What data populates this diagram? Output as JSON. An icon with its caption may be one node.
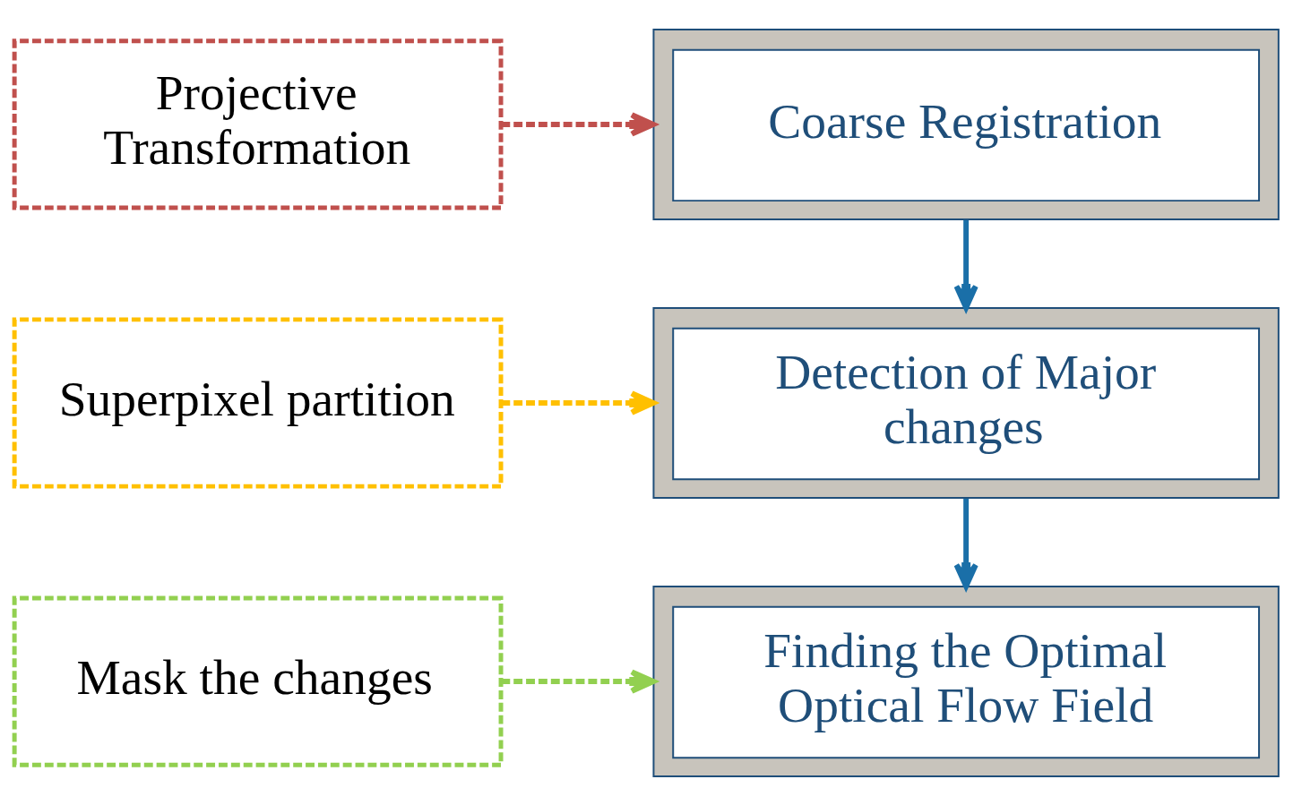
{
  "diagram": {
    "nodes": [
      {
        "text": [
          "Coarse Registration"
        ]
      },
      {
        "text": [
          "Detection of Major changes"
        ]
      },
      {
        "text": [
          "Finding the Optimal Optical Flow Field"
        ]
      },
      {
        "text": [
          "Projective Transformation"
        ]
      },
      {
        "text": [
          "Superpixel partition"
        ]
      },
      {
        "text": [
          "Mask the changes"
        ]
      }
    ],
    "edges": [
      {
        "from": 0,
        "to": 1,
        "arrow": "to",
        "color": "#1a6fa8"
      },
      {
        "from": 1,
        "to": 2,
        "arrow": "to",
        "color": "#1a6fa8"
      },
      {
        "from": 3,
        "to": 0,
        "arrow": "to",
        "style": "dashed",
        "color": "#c0504d"
      },
      {
        "from": 4,
        "to": 1,
        "arrow": "to",
        "style": "dashed",
        "color": "#ffc000"
      },
      {
        "from": 5,
        "to": 2,
        "arrow": "to",
        "style": "dashed",
        "color": "#92d050"
      }
    ]
  }
}
